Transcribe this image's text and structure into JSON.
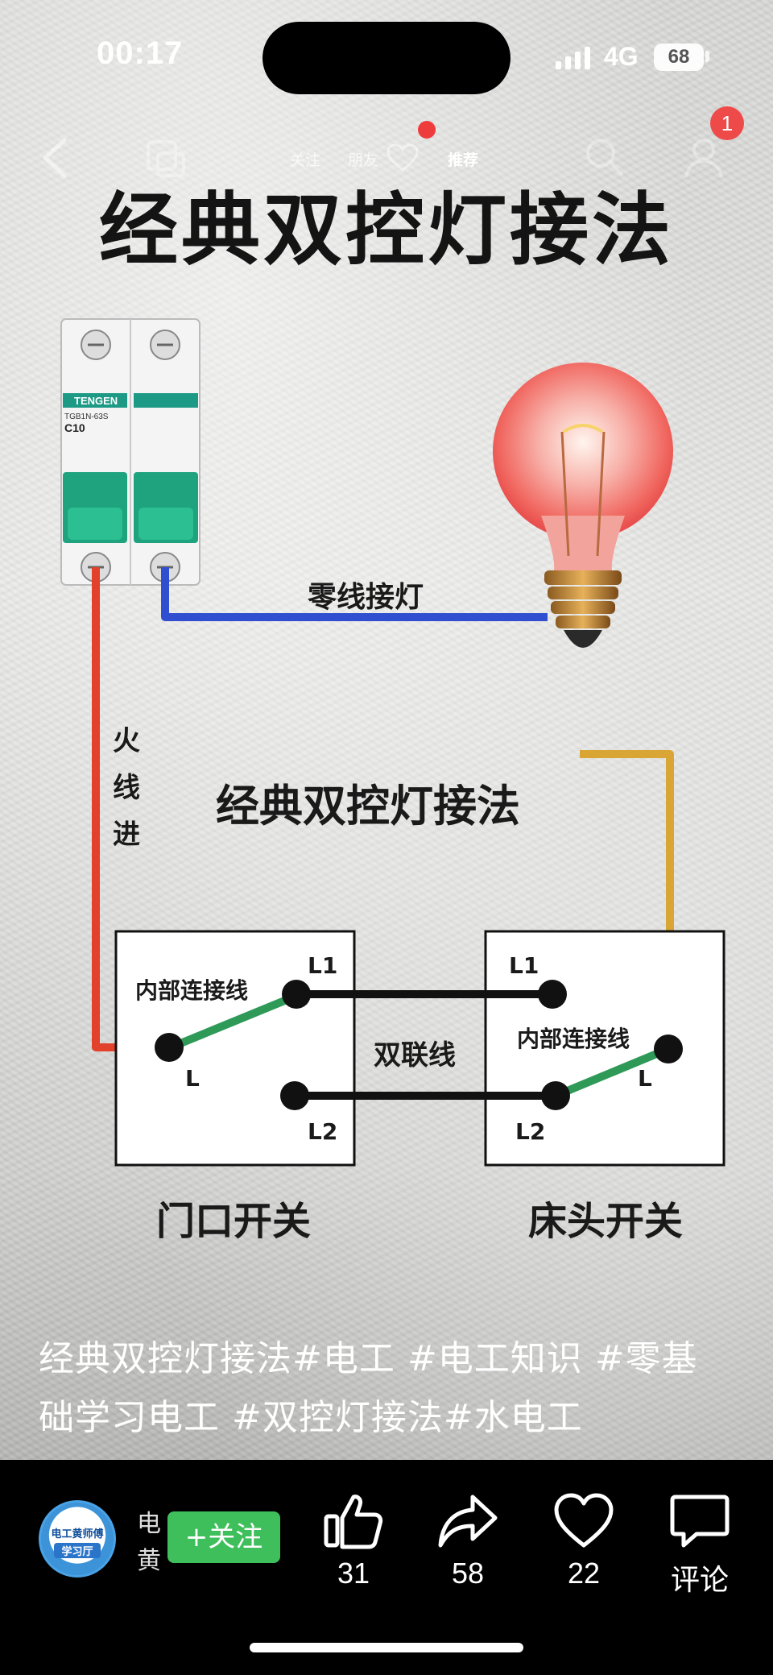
{
  "status_bar": {
    "time": "00:17",
    "network": "4G",
    "battery": "68"
  },
  "top_nav": {
    "tabs": [
      "关注",
      "朋友",
      "推荐"
    ],
    "notification_badge": "1"
  },
  "post": {
    "image_title": "经典双控灯接法",
    "diagram": {
      "neutral_label": "零线接灯",
      "live_label": [
        "火",
        "线",
        "进"
      ],
      "center_title": "经典双控灯接法",
      "internal_wire_left": "内部连接线",
      "internal_wire_right": "内部连接线",
      "traveler_label": "双联线",
      "terminal_l1_left": "L1",
      "terminal_l_left": "L",
      "terminal_l2_left": "L2",
      "terminal_l1_right": "L1",
      "terminal_l_right": "L",
      "terminal_l2_right": "L2",
      "left_switch_name": "门口开关",
      "right_switch_name": "床头开关",
      "breaker_brand": "TENGEN",
      "breaker_model": "TGB1N-63S",
      "breaker_rating": "C10"
    },
    "caption_line1": "经典双控灯接法#电工 #电工知识 #零基",
    "caption_line2": "础学习电工 #双控灯接法#水电工"
  },
  "bottom_bar": {
    "author_name_1": "电",
    "author_name_2": "黄",
    "avatar_text_1": "电工黄师傅",
    "avatar_text_2": "学习厅",
    "follow_label": "+关注",
    "likes": "31",
    "shares": "58",
    "favorites": "22",
    "comments_label": "评论"
  },
  "colors": {
    "live_wire": "#e2412b",
    "neutral_wire": "#2f4fd0",
    "return_wire": "#d9a636",
    "internal_wire": "#2f9a58",
    "follow_button": "#3fbf5b",
    "badge": "#ef4a4a"
  }
}
